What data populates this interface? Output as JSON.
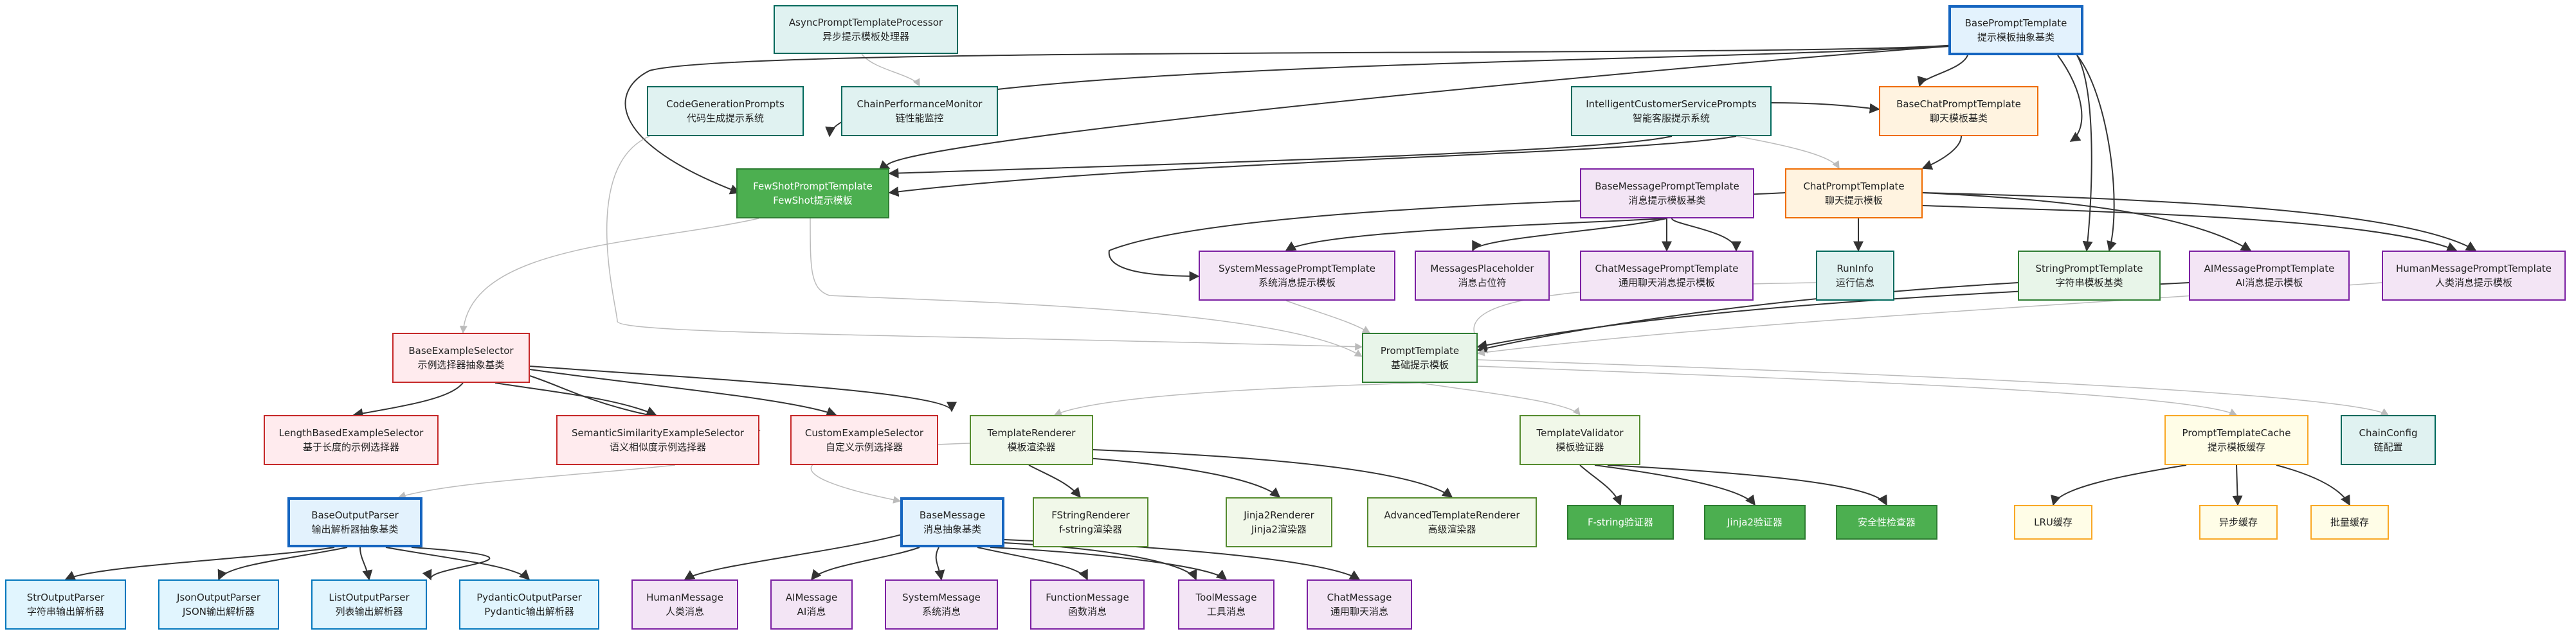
{
  "colors": {
    "teal_fill": "#e0f2f1",
    "teal_border": "#00695c",
    "blue_fill": "#e3f2fd",
    "blue_border": "#1565c0",
    "purple_fill": "#f3e5f5",
    "purple_border": "#7b1fa2",
    "orange_fill": "#fff3e0",
    "orange_border": "#ef6c00",
    "green_fill": "#4caf50",
    "light_green_fill": "#e8f5e9",
    "red_fill": "#ffebee",
    "red_border": "#c62828",
    "yellow_fill": "#fffde7",
    "yellow_border": "#f9a825",
    "edge_dark": "#333333",
    "edge_light": "#bbbbbb"
  },
  "nodes": [
    {
      "id": "async",
      "lines": [
        "AsyncPromptTemplateProcessor",
        "异步提示模板处理器"
      ]
    },
    {
      "id": "basePrompt",
      "lines": [
        "BasePromptTemplate",
        "提示模板抽象基类"
      ]
    },
    {
      "id": "codeGen",
      "lines": [
        "CodeGenerationPrompts",
        "代码生成提示系统"
      ]
    },
    {
      "id": "chainPerf",
      "lines": [
        "ChainPerformanceMonitor",
        "链性能监控"
      ]
    },
    {
      "id": "intelCS",
      "lines": [
        "IntelligentCustomerServicePrompts",
        "智能客服提示系统"
      ]
    },
    {
      "id": "baseChat",
      "lines": [
        "BaseChatPromptTemplate",
        "聊天模板基类"
      ]
    },
    {
      "id": "fewShot",
      "lines": [
        "FewShotPromptTemplate",
        "FewShot提示模板"
      ]
    },
    {
      "id": "baseMsgPT",
      "lines": [
        "BaseMessagePromptTemplate",
        "消息提示模板基类"
      ]
    },
    {
      "id": "chatPT",
      "lines": [
        "ChatPromptTemplate",
        "聊天提示模板"
      ]
    },
    {
      "id": "sysMsgPT",
      "lines": [
        "SystemMessagePromptTemplate",
        "系统消息提示模板"
      ]
    },
    {
      "id": "msgPH",
      "lines": [
        "MessagesPlaceholder",
        "消息占位符"
      ]
    },
    {
      "id": "chatMsgPT",
      "lines": [
        "ChatMessagePromptTemplate",
        "通用聊天消息提示模板"
      ]
    },
    {
      "id": "runInfo",
      "lines": [
        "RunInfo",
        "运行信息"
      ]
    },
    {
      "id": "strPT",
      "lines": [
        "StringPromptTemplate",
        "字符串模板基类"
      ]
    },
    {
      "id": "aiMsgPT",
      "lines": [
        "AIMessagePromptTemplate",
        "AI消息提示模板"
      ]
    },
    {
      "id": "humanMsgPT",
      "lines": [
        "HumanMessagePromptTemplate",
        "人类消息提示模板"
      ]
    },
    {
      "id": "baseExSel",
      "lines": [
        "BaseExampleSelector",
        "示例选择器抽象基类"
      ]
    },
    {
      "id": "promptT",
      "lines": [
        "PromptTemplate",
        "基础提示模板"
      ]
    },
    {
      "id": "lenSel",
      "lines": [
        "LengthBasedExampleSelector",
        "基于长度的示例选择器"
      ]
    },
    {
      "id": "semSel",
      "lines": [
        "SemanticSimilarityExampleSelector",
        "语义相似度示例选择器"
      ]
    },
    {
      "id": "custSel",
      "lines": [
        "CustomExampleSelector",
        "自定义示例选择器"
      ]
    },
    {
      "id": "renderer",
      "lines": [
        "TemplateRenderer",
        "模板渲染器"
      ]
    },
    {
      "id": "validator",
      "lines": [
        "TemplateValidator",
        "模板验证器"
      ]
    },
    {
      "id": "cache",
      "lines": [
        "PromptTemplateCache",
        "提示模板缓存"
      ]
    },
    {
      "id": "chainCfg",
      "lines": [
        "ChainConfig",
        "链配置"
      ]
    },
    {
      "id": "baseOut",
      "lines": [
        "BaseOutputParser",
        "输出解析器抽象基类"
      ]
    },
    {
      "id": "baseMsg",
      "lines": [
        "BaseMessage",
        "消息抽象基类"
      ]
    },
    {
      "id": "fstrR",
      "lines": [
        "FStringRenderer",
        "f-string渲染器"
      ]
    },
    {
      "id": "jinjaR",
      "lines": [
        "Jinja2Renderer",
        "Jinja2渲染器"
      ]
    },
    {
      "id": "advR",
      "lines": [
        "AdvancedTemplateRenderer",
        "高级渲染器"
      ]
    },
    {
      "id": "fsVal",
      "lines": [
        "F-string验证器"
      ]
    },
    {
      "id": "jjVal",
      "lines": [
        "Jinja2验证器"
      ]
    },
    {
      "id": "secChk",
      "lines": [
        "安全性检查器"
      ]
    },
    {
      "id": "lru",
      "lines": [
        "LRU缓存"
      ]
    },
    {
      "id": "asyncCache",
      "lines": [
        "异步缓存"
      ]
    },
    {
      "id": "batchCache",
      "lines": [
        "批量缓存"
      ]
    },
    {
      "id": "strOut",
      "lines": [
        "StrOutputParser",
        "字符串输出解析器"
      ]
    },
    {
      "id": "jsonOut",
      "lines": [
        "JsonOutputParser",
        "JSON输出解析器"
      ]
    },
    {
      "id": "listOut",
      "lines": [
        "ListOutputParser",
        "列表输出解析器"
      ]
    },
    {
      "id": "pydOut",
      "lines": [
        "PydanticOutputParser",
        "Pydantic输出解析器"
      ]
    },
    {
      "id": "humanMsg",
      "lines": [
        "HumanMessage",
        "人类消息"
      ]
    },
    {
      "id": "aiMsg",
      "lines": [
        "AIMessage",
        "AI消息"
      ]
    },
    {
      "id": "sysMsg",
      "lines": [
        "SystemMessage",
        "系统消息"
      ]
    },
    {
      "id": "funcMsg",
      "lines": [
        "FunctionMessage",
        "函数消息"
      ]
    },
    {
      "id": "toolMsg",
      "lines": [
        "ToolMessage",
        "工具消息"
      ]
    },
    {
      "id": "chatMsg",
      "lines": [
        "ChatMessage",
        "通用聊天消息"
      ]
    }
  ]
}
